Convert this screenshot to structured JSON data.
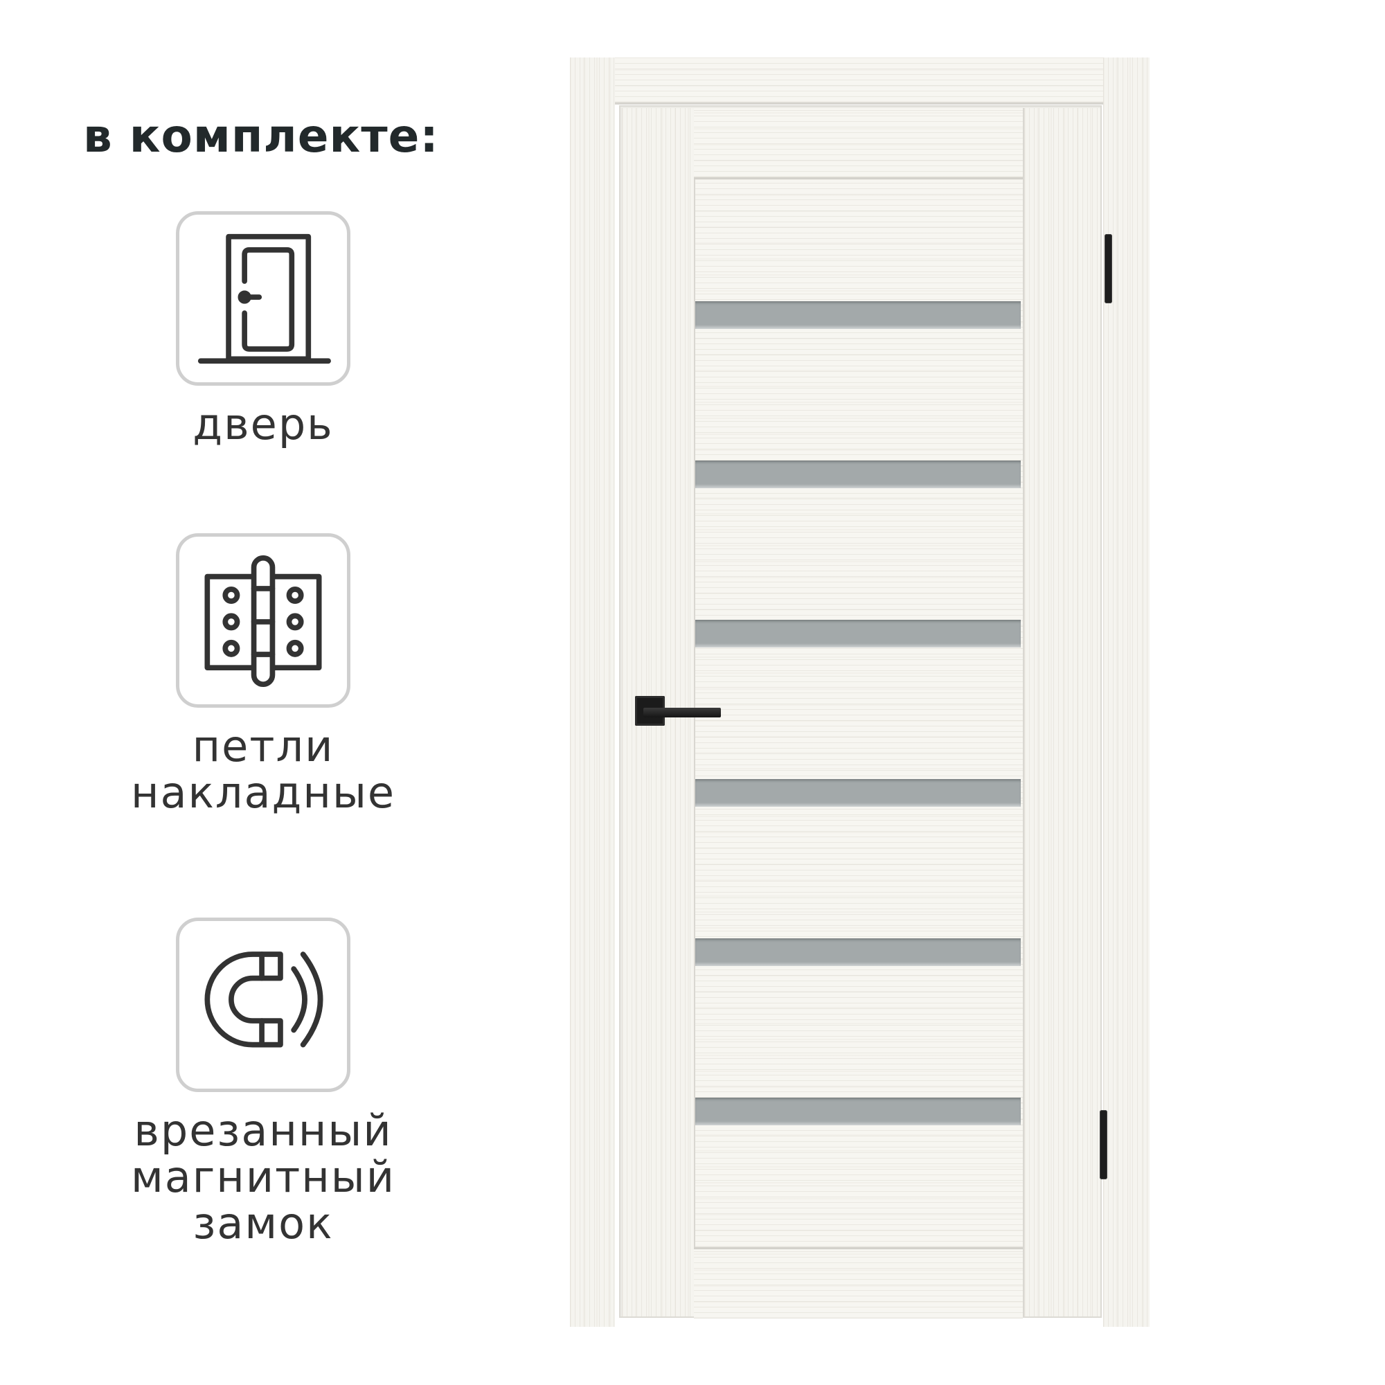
{
  "header": {
    "title": "в комплекте:"
  },
  "features": [
    {
      "icon": "door-icon",
      "label_lines": [
        "дверь"
      ]
    },
    {
      "icon": "hinge-icon",
      "label_lines": [
        "петли",
        "накладные"
      ]
    },
    {
      "icon": "magnet-icon",
      "label_lines": [
        "врезанный",
        "магнитный",
        "замок"
      ]
    }
  ],
  "product": {
    "type": "interior door with frame",
    "glass_inserts": 6,
    "colors": {
      "wood": "#f5f4ef",
      "glass": "#a3a9aa",
      "hardware": "#1e1e1e",
      "icon_stroke": "#333333",
      "icon_border": "#cfcfcf",
      "title": "#22292b"
    }
  }
}
